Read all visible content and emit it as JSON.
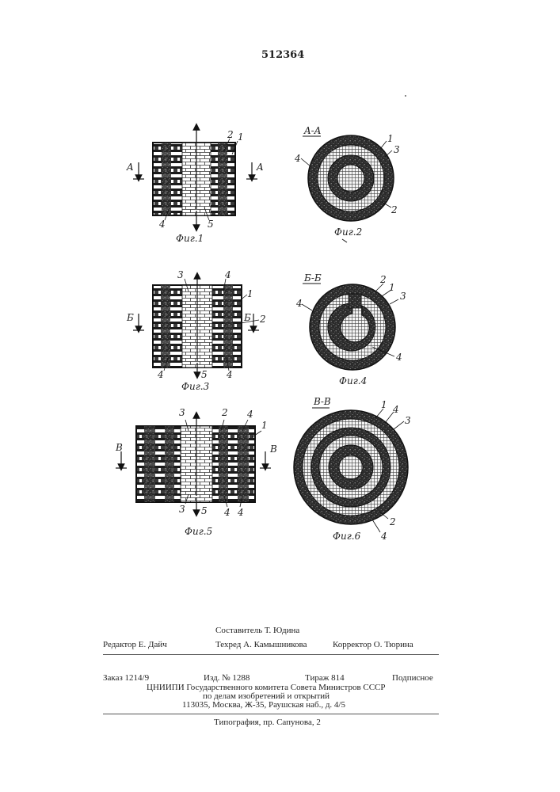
{
  "page": {
    "patent_number": "512364"
  },
  "figures": {
    "fig1": {
      "caption": "Фиг.1",
      "section_marks": [
        "A",
        "A"
      ],
      "labels": [
        "2",
        "1",
        "4",
        "5"
      ]
    },
    "fig2": {
      "caption": "Фиг.2",
      "section_title": "A-A",
      "labels": [
        "1",
        "3",
        "4",
        "2"
      ]
    },
    "fig3": {
      "caption": "Фиг.3",
      "section_marks": [
        "Б",
        "Б"
      ],
      "labels": [
        "3",
        "4",
        "1",
        "2",
        "4",
        "5",
        "4"
      ]
    },
    "fig4": {
      "caption": "Фиг.4",
      "section_title": "Б-Б",
      "labels": [
        "2",
        "1",
        "3",
        "4",
        "4"
      ]
    },
    "fig5": {
      "caption": "Фиг.5",
      "section_marks": [
        "В",
        "В"
      ],
      "labels": [
        "3",
        "2",
        "4",
        "1",
        "3",
        "5",
        "4",
        "4"
      ]
    },
    "fig6": {
      "caption": "Фиг.6",
      "section_title": "В-В",
      "labels": [
        "1",
        "4",
        "3",
        "2",
        "4"
      ]
    }
  },
  "imprint": {
    "compiler": "Составитель Т. Юдина",
    "editor": "Редактор Е. Дайч",
    "techred": "Техред А. Камышникова",
    "corrector": "Корректор О. Тюрина",
    "order": "Заказ 1214/9",
    "edition": "Изд. № 1288",
    "circulation": "Тираж 814",
    "subscription": "Подписное",
    "org_line1": "ЦНИИПИ Государственного комитета Совета Министров СССР",
    "org_line2": "по делам изобретений и открытий",
    "address": "113035, Москва, Ж-35, Раушская наб., д. 4/5",
    "printer": "Типография, пр. Сапунова, 2"
  }
}
